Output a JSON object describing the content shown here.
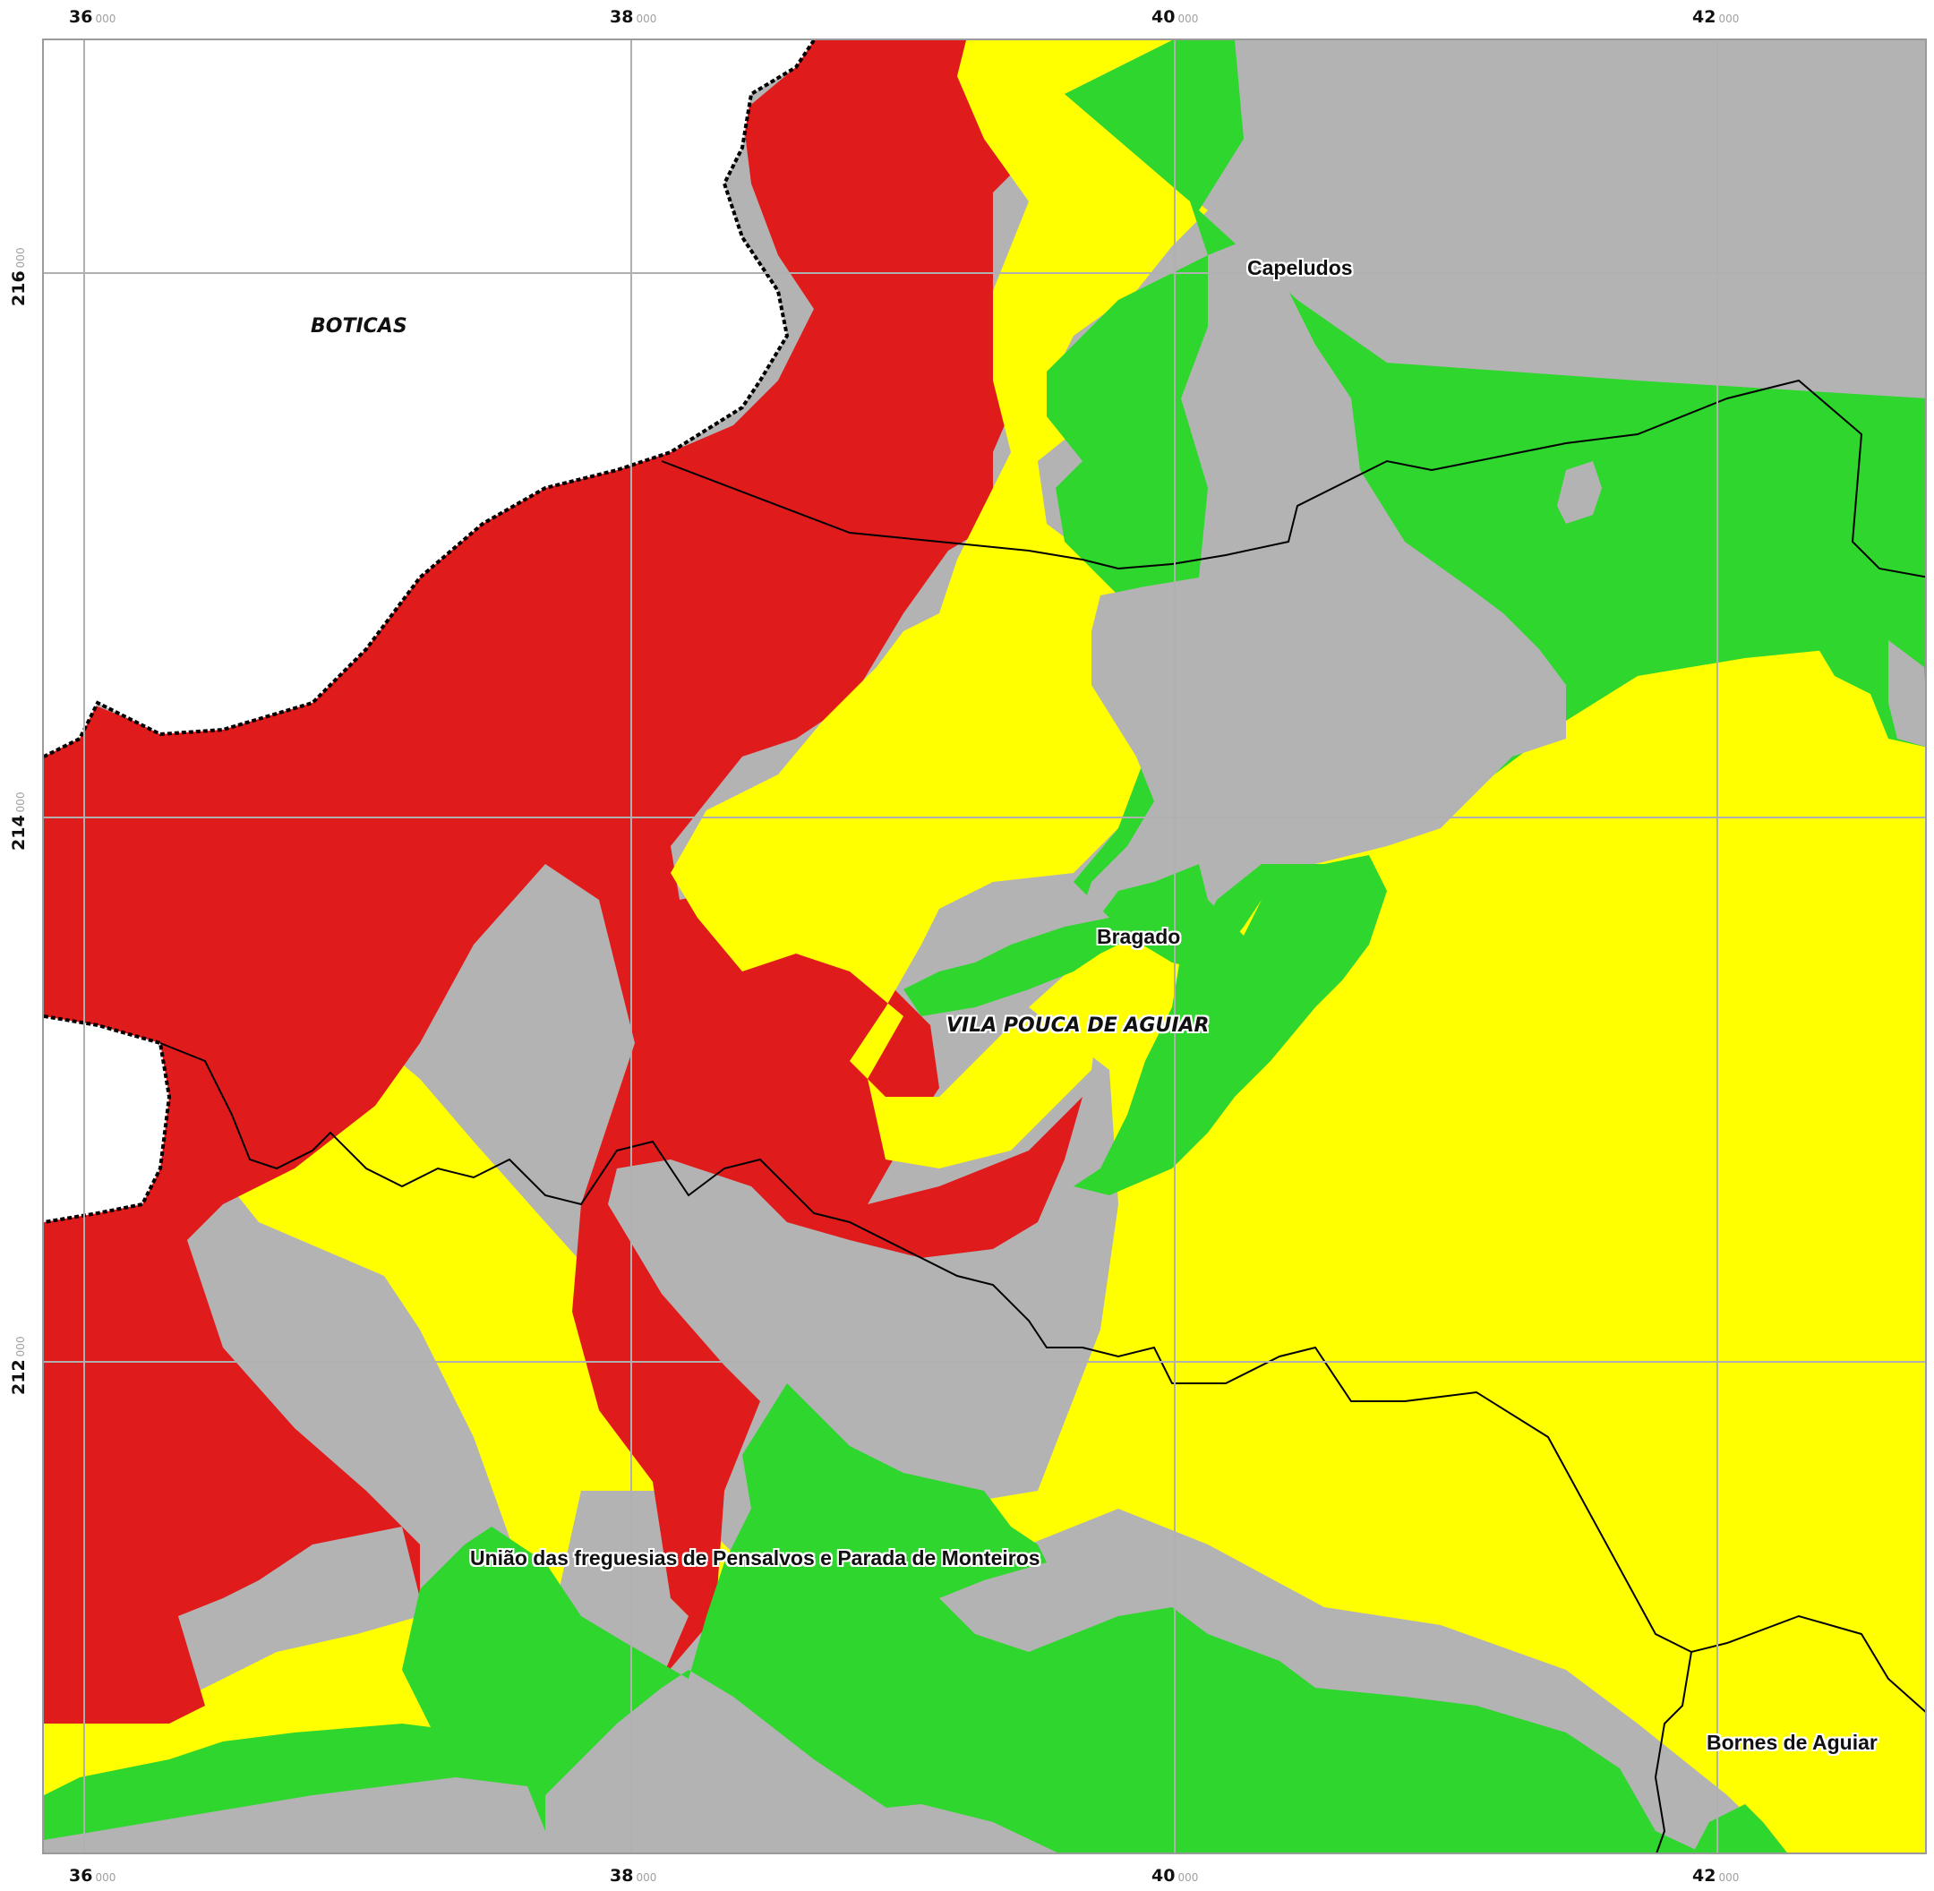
{
  "axes": {
    "x_ticks": [
      {
        "major": "36",
        "minor": "000"
      },
      {
        "major": "38",
        "minor": "000"
      },
      {
        "major": "40",
        "minor": "000"
      },
      {
        "major": "42",
        "minor": "000"
      }
    ],
    "y_ticks": [
      {
        "major": "216",
        "minor": "000"
      },
      {
        "major": "214",
        "minor": "000"
      },
      {
        "major": "212",
        "minor": "000"
      }
    ]
  },
  "labels": {
    "municipalities": {
      "boticas": "BOTICAS",
      "vila_pouca": "VILA POUCA DE AGUIAR"
    },
    "parishes": {
      "capeludos": "Capeludos",
      "bragado": "Bragado",
      "pensalvos": "União das freguesias de Pensalvos e Parada de Monteiros",
      "bornes": "Bornes de Aguiar"
    }
  },
  "legend_colors": {
    "class_red": "#e01b1b",
    "class_yellow": "#ffff00",
    "class_green": "#2ed62e",
    "class_gray": "#b3b3b3",
    "outside": "#ffffff",
    "grid": "#b0b0b0",
    "boundary": "#000000"
  }
}
